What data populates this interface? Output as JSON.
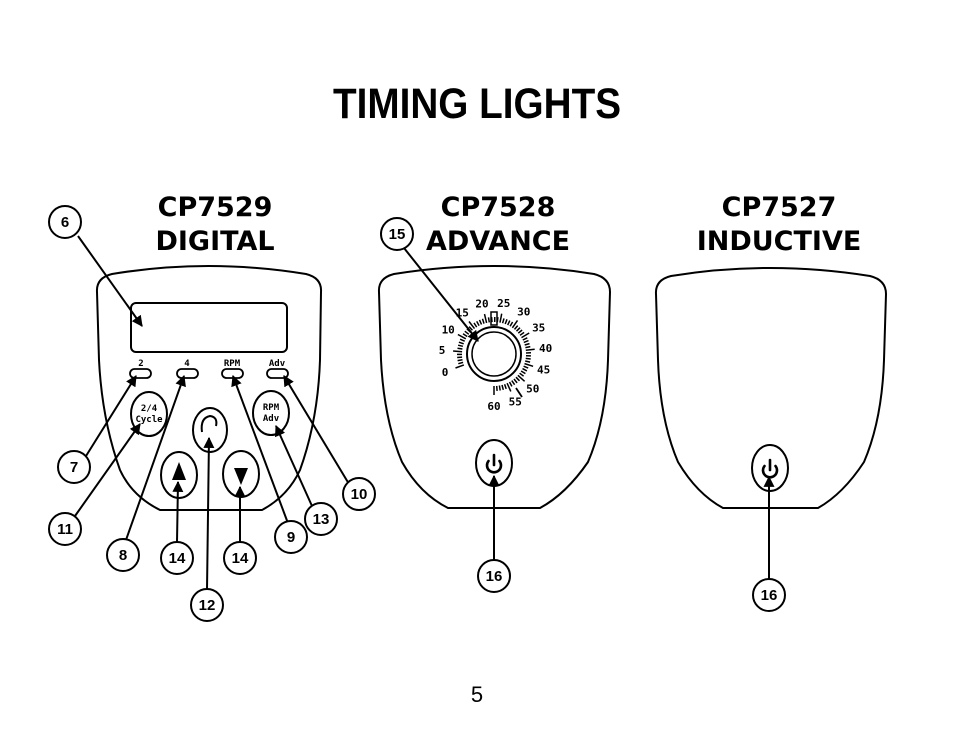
{
  "page": {
    "title": "TIMING LIGHTS",
    "page_number": "5"
  },
  "models": [
    {
      "name": "CP7529",
      "type": "DIGITAL"
    },
    {
      "name": "CP7528",
      "type": "ADVANCE"
    },
    {
      "name": "CP7527",
      "type": "INDUCTIVE"
    }
  ],
  "digital": {
    "indicator_labels": [
      "2",
      "4",
      "RPM",
      "Adv"
    ],
    "cycle_button": [
      "2/4",
      "Cycle"
    ],
    "rpm_adv_button": [
      "RPM",
      "Adv"
    ]
  },
  "dial": {
    "scale_labels": [
      "0",
      "5",
      "10",
      "15",
      "20",
      "25",
      "30",
      "35",
      "40",
      "45",
      "50",
      "55",
      "60"
    ]
  },
  "callouts": {
    "c6": "6",
    "c7": "7",
    "c8": "8",
    "c9": "9",
    "c10": "10",
    "c11": "11",
    "c12": "12",
    "c13": "13",
    "c14a": "14",
    "c14b": "14",
    "c15": "15",
    "c16a": "16",
    "c16b": "16"
  }
}
